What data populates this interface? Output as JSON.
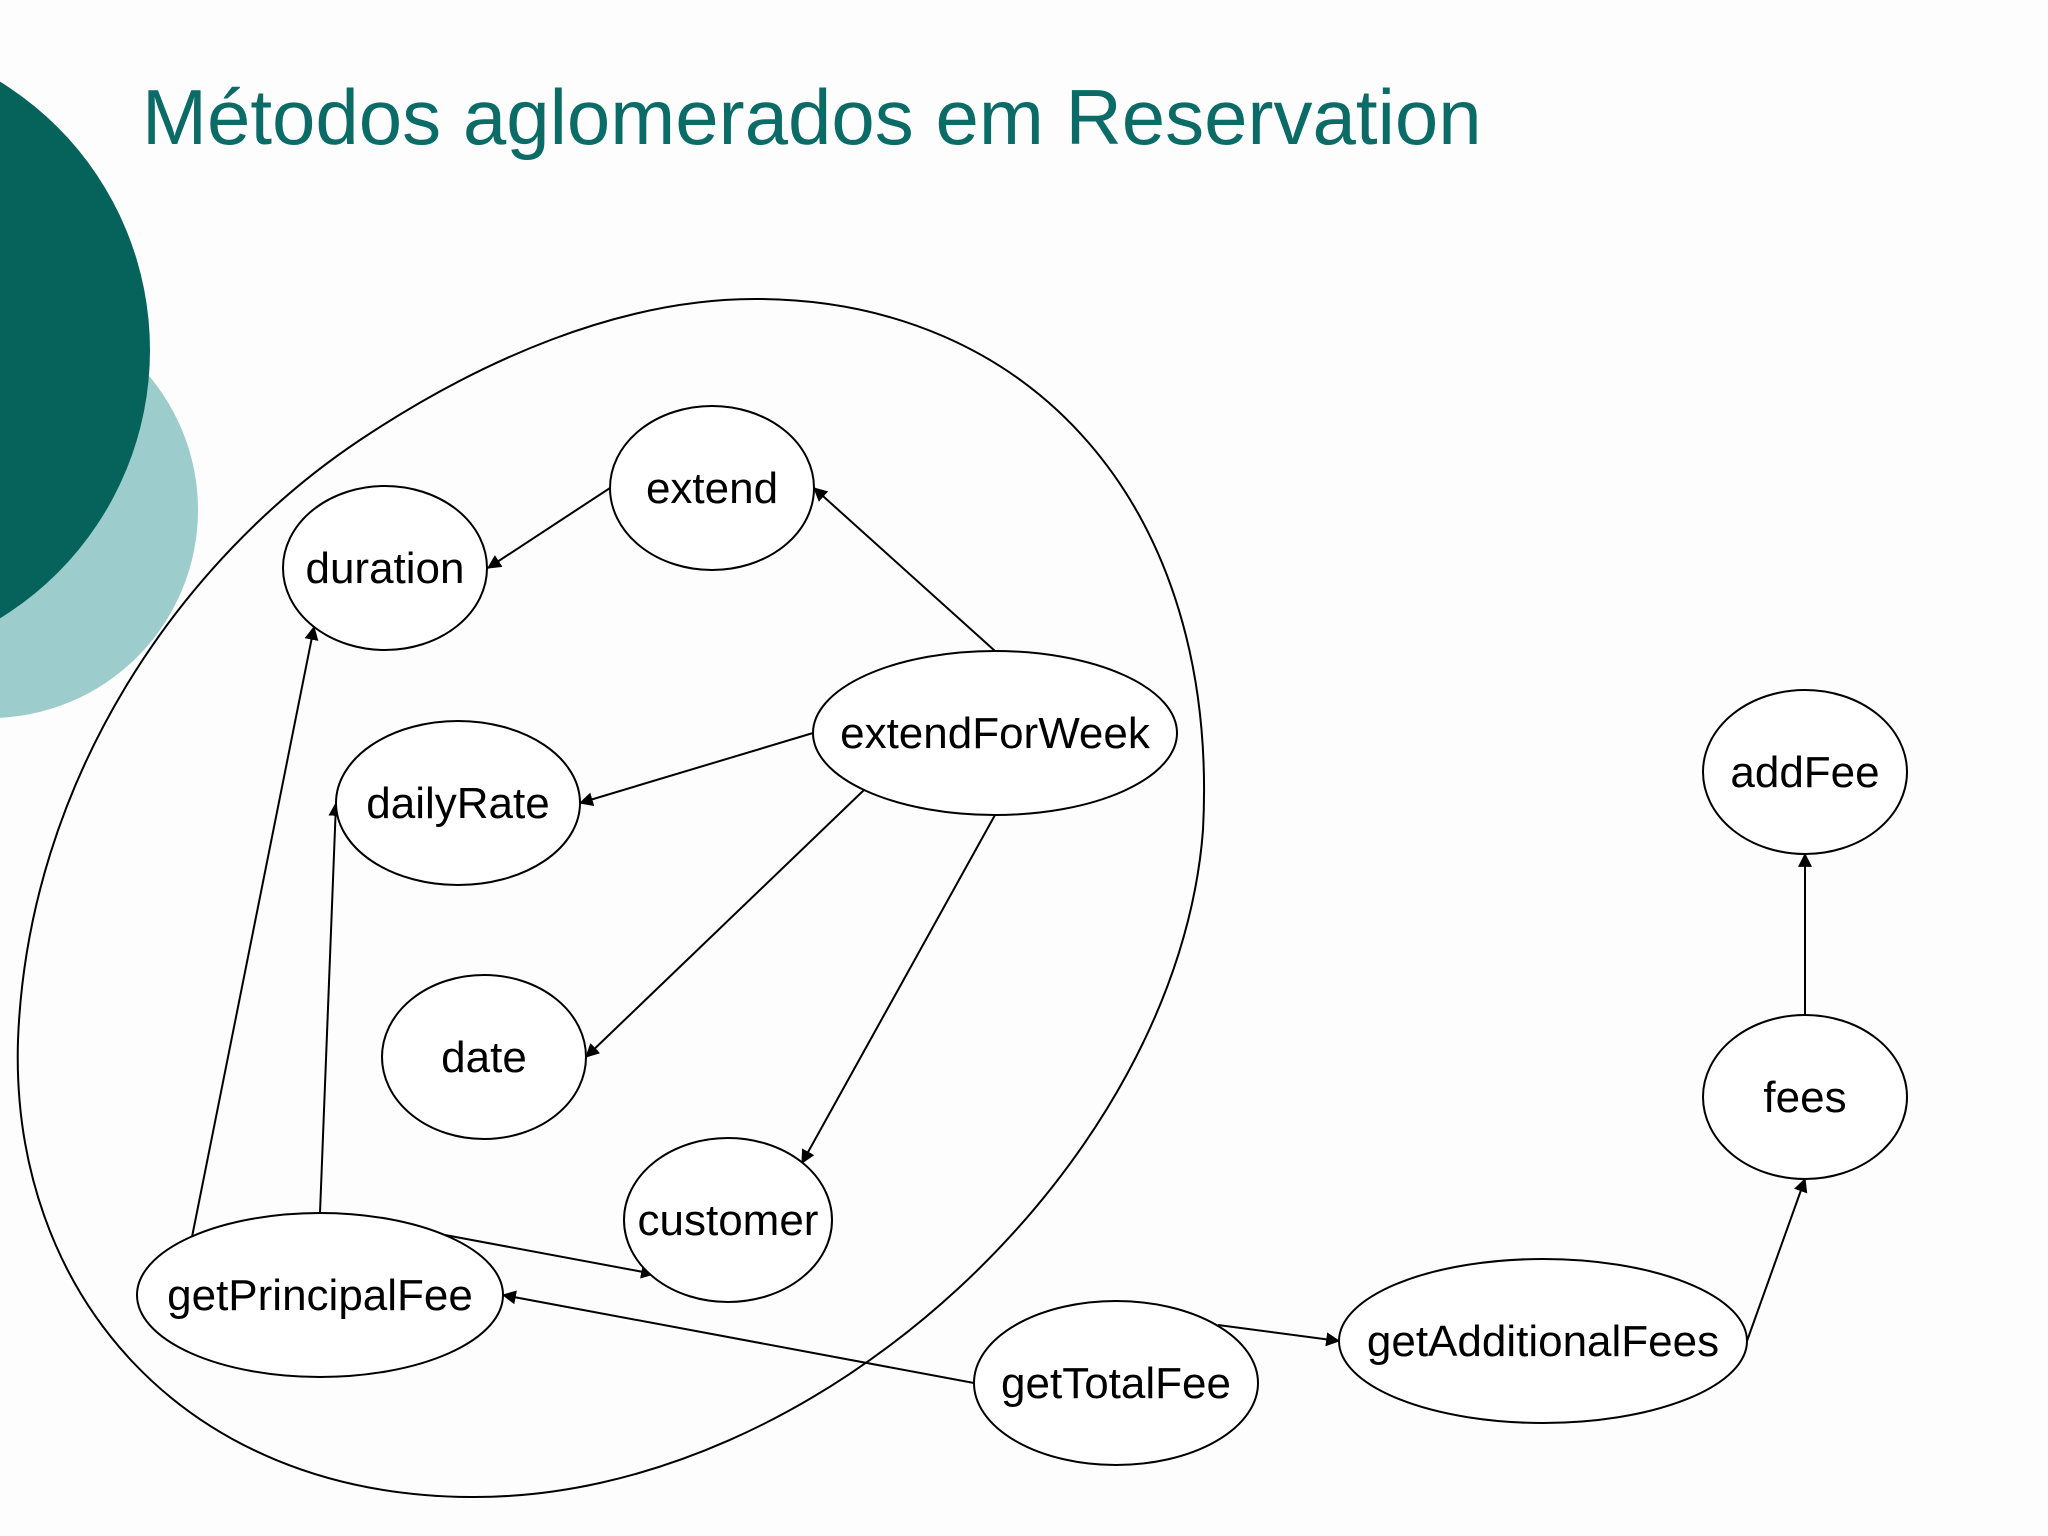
{
  "slide": {
    "title": "Métodos aglomerados em Reservation",
    "colors": {
      "title": "#0b6b66",
      "circle_dark": "#05635c",
      "circle_light": "#9ccccc",
      "background": "#fdfdfd",
      "stroke": "#000000"
    }
  },
  "diagram": {
    "nodes": [
      {
        "id": "extend",
        "label": "extend"
      },
      {
        "id": "duration",
        "label": "duration"
      },
      {
        "id": "extendForWeek",
        "label": "extendForWeek"
      },
      {
        "id": "dailyRate",
        "label": "dailyRate"
      },
      {
        "id": "date",
        "label": "date"
      },
      {
        "id": "customer",
        "label": "customer"
      },
      {
        "id": "getPrincipalFee",
        "label": "getPrincipalFee"
      },
      {
        "id": "getTotalFee",
        "label": "getTotalFee"
      },
      {
        "id": "getAdditionalFees",
        "label": "getAdditionalFees"
      },
      {
        "id": "fees",
        "label": "fees"
      },
      {
        "id": "addFee",
        "label": "addFee"
      }
    ],
    "edges": [
      {
        "from": "extend",
        "to": "duration"
      },
      {
        "from": "extendForWeek",
        "to": "extend"
      },
      {
        "from": "extendForWeek",
        "to": "dailyRate"
      },
      {
        "from": "extendForWeek",
        "to": "date"
      },
      {
        "from": "extendForWeek",
        "to": "customer"
      },
      {
        "from": "getPrincipalFee",
        "to": "duration"
      },
      {
        "from": "getPrincipalFee",
        "to": "dailyRate"
      },
      {
        "from": "getPrincipalFee",
        "to": "customer"
      },
      {
        "from": "getTotalFee",
        "to": "getPrincipalFee"
      },
      {
        "from": "getTotalFee",
        "to": "getAdditionalFees"
      },
      {
        "from": "getAdditionalFees",
        "to": "fees"
      },
      {
        "from": "fees",
        "to": "addFee"
      }
    ],
    "cluster_group": [
      "extend",
      "duration",
      "extendForWeek",
      "dailyRate",
      "date",
      "customer",
      "getPrincipalFee"
    ]
  }
}
